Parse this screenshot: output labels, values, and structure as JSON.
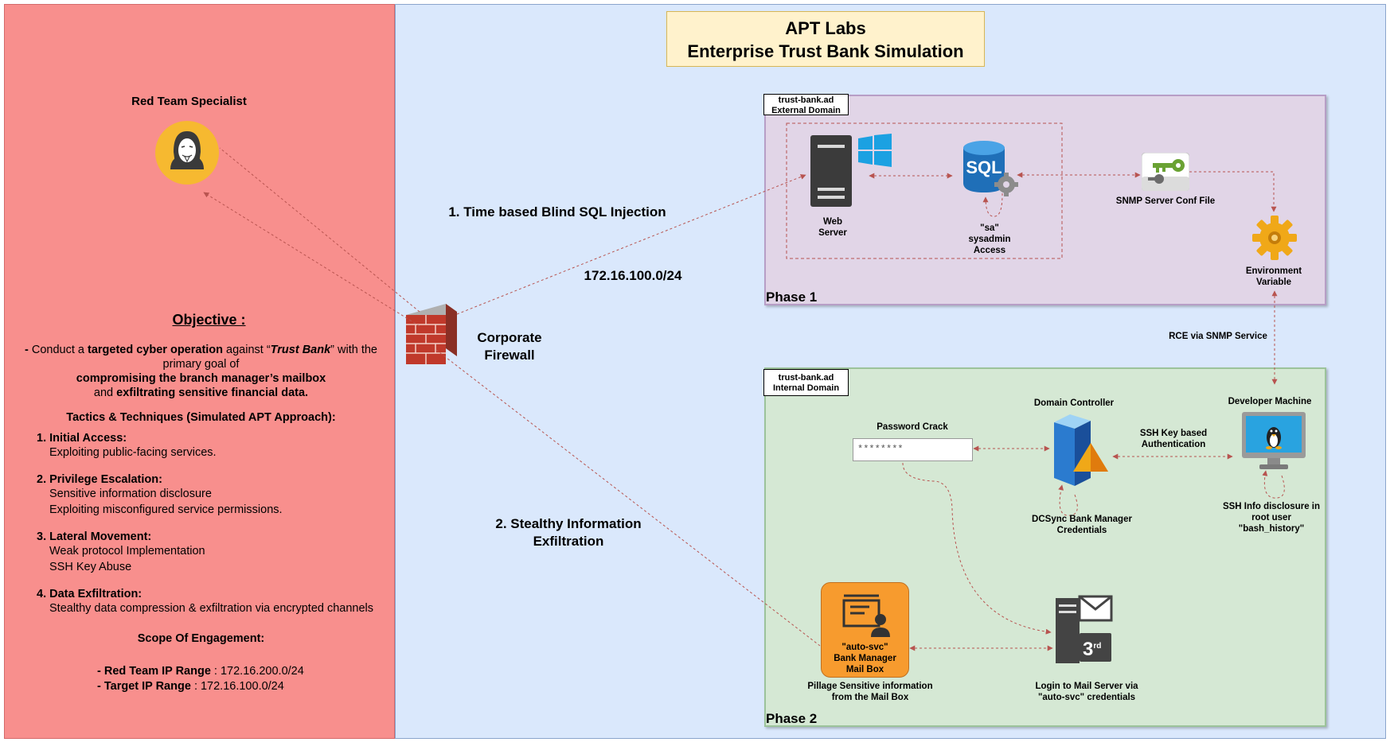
{
  "title": {
    "line1": "APT Labs",
    "line2": "Enterprise Trust Bank Simulation"
  },
  "red_team": {
    "label": "Red Team Specialist",
    "icon": "hacker-mask-icon"
  },
  "objective": {
    "heading": "Objective :",
    "bullet": "-",
    "text_a": "Conduct a",
    "text_b": "targeted cyber operation",
    "text_c": "against “",
    "text_d": "Trust Bank",
    "text_e": "” with the primary goal of",
    "text_f": "compromising the branch manager’s mailbox",
    "text_g": "and",
    "text_h": "exfiltrating sensitive financial data.",
    "tactics_heading": "Tactics & Techniques (Simulated APT Approach):",
    "tactics": [
      {
        "title": "1. Initial Access:",
        "lines": [
          "Exploiting public-facing services."
        ]
      },
      {
        "title": "2. Privilege Escalation:",
        "lines": [
          "Sensitive information disclosure",
          "Exploiting misconfigured service permissions."
        ]
      },
      {
        "title": "3. Lateral Movement:",
        "lines": [
          "Weak protocol Implementation",
          "SSH Key Abuse"
        ]
      },
      {
        "title": "4. Data Exfiltration:",
        "lines": [
          "Stealthy data compression & exfiltration via encrypted channels"
        ]
      }
    ],
    "scope_heading": "Scope Of Engagement:",
    "scope": [
      {
        "key": "- Red Team IP Range",
        "value": ": 172.16.200.0/24"
      },
      {
        "key": "- Target IP Range",
        "value": ": 172.16.100.0/24"
      }
    ]
  },
  "firewall": {
    "label_line1": "Corporate",
    "label_line2": "Firewall",
    "icon": "firewall-icon"
  },
  "attack_paths": {
    "path1": "1. Time based Blind SQL Injection",
    "subnet": "172.16.100.0/24",
    "path2_line1": "2. Stealthy Information",
    "path2_line2": "Exfiltration"
  },
  "phase1": {
    "domain_line1": "trust-bank.ad",
    "domain_line2": "External Domain",
    "phase_label": "Phase 1",
    "web_server_line1": "Web",
    "web_server_line2": "Server",
    "sql_icon_text": "SQL",
    "sql_line1": "\"sa\"",
    "sql_line2": "sysadmin",
    "sql_line3": "Access",
    "snmp_label": "SNMP Server Conf File",
    "env_line1": "Environment",
    "env_line2": "Variable"
  },
  "rce_label": "RCE via SNMP Service",
  "phase2": {
    "domain_line1": "trust-bank.ad",
    "domain_line2": "Internal Domain",
    "phase_label": "Phase 2",
    "password_crack_label": "Password Crack",
    "password_value": "********",
    "dc_label": "Domain Controller",
    "dcsync_line1": "DCSync Bank Manager",
    "dcsync_line2": "Credentials",
    "ssh_auth_line1": "SSH Key based",
    "ssh_auth_line2": "Authentication",
    "dev_machine_label": "Developer Machine",
    "ssh_info_line1": "SSH Info disclosure in",
    "ssh_info_line2": "root user",
    "ssh_info_line3": "\"bash_history\"",
    "mailbox_line1": "\"auto-svc\"",
    "mailbox_line2": "Bank Manager",
    "mailbox_line3": "Mail Box",
    "pillage_line1": "Pillage Sensitive information",
    "pillage_line2": "from the Mail Box",
    "mailserver_badge": "3",
    "mailserver_badge_sup": "rd",
    "login_line1": "Login to Mail Server via",
    "login_line2": "\"auto-svc\" credentials"
  },
  "colors": {
    "left_panel": "#f88f8d",
    "right_panel": "#dae8fc",
    "title_box": "#fff2cc",
    "phase1_box": "#e1d5e7",
    "phase2_box": "#d5e8d4",
    "connector": "#b85450",
    "mailbox": "#f79b2e"
  }
}
